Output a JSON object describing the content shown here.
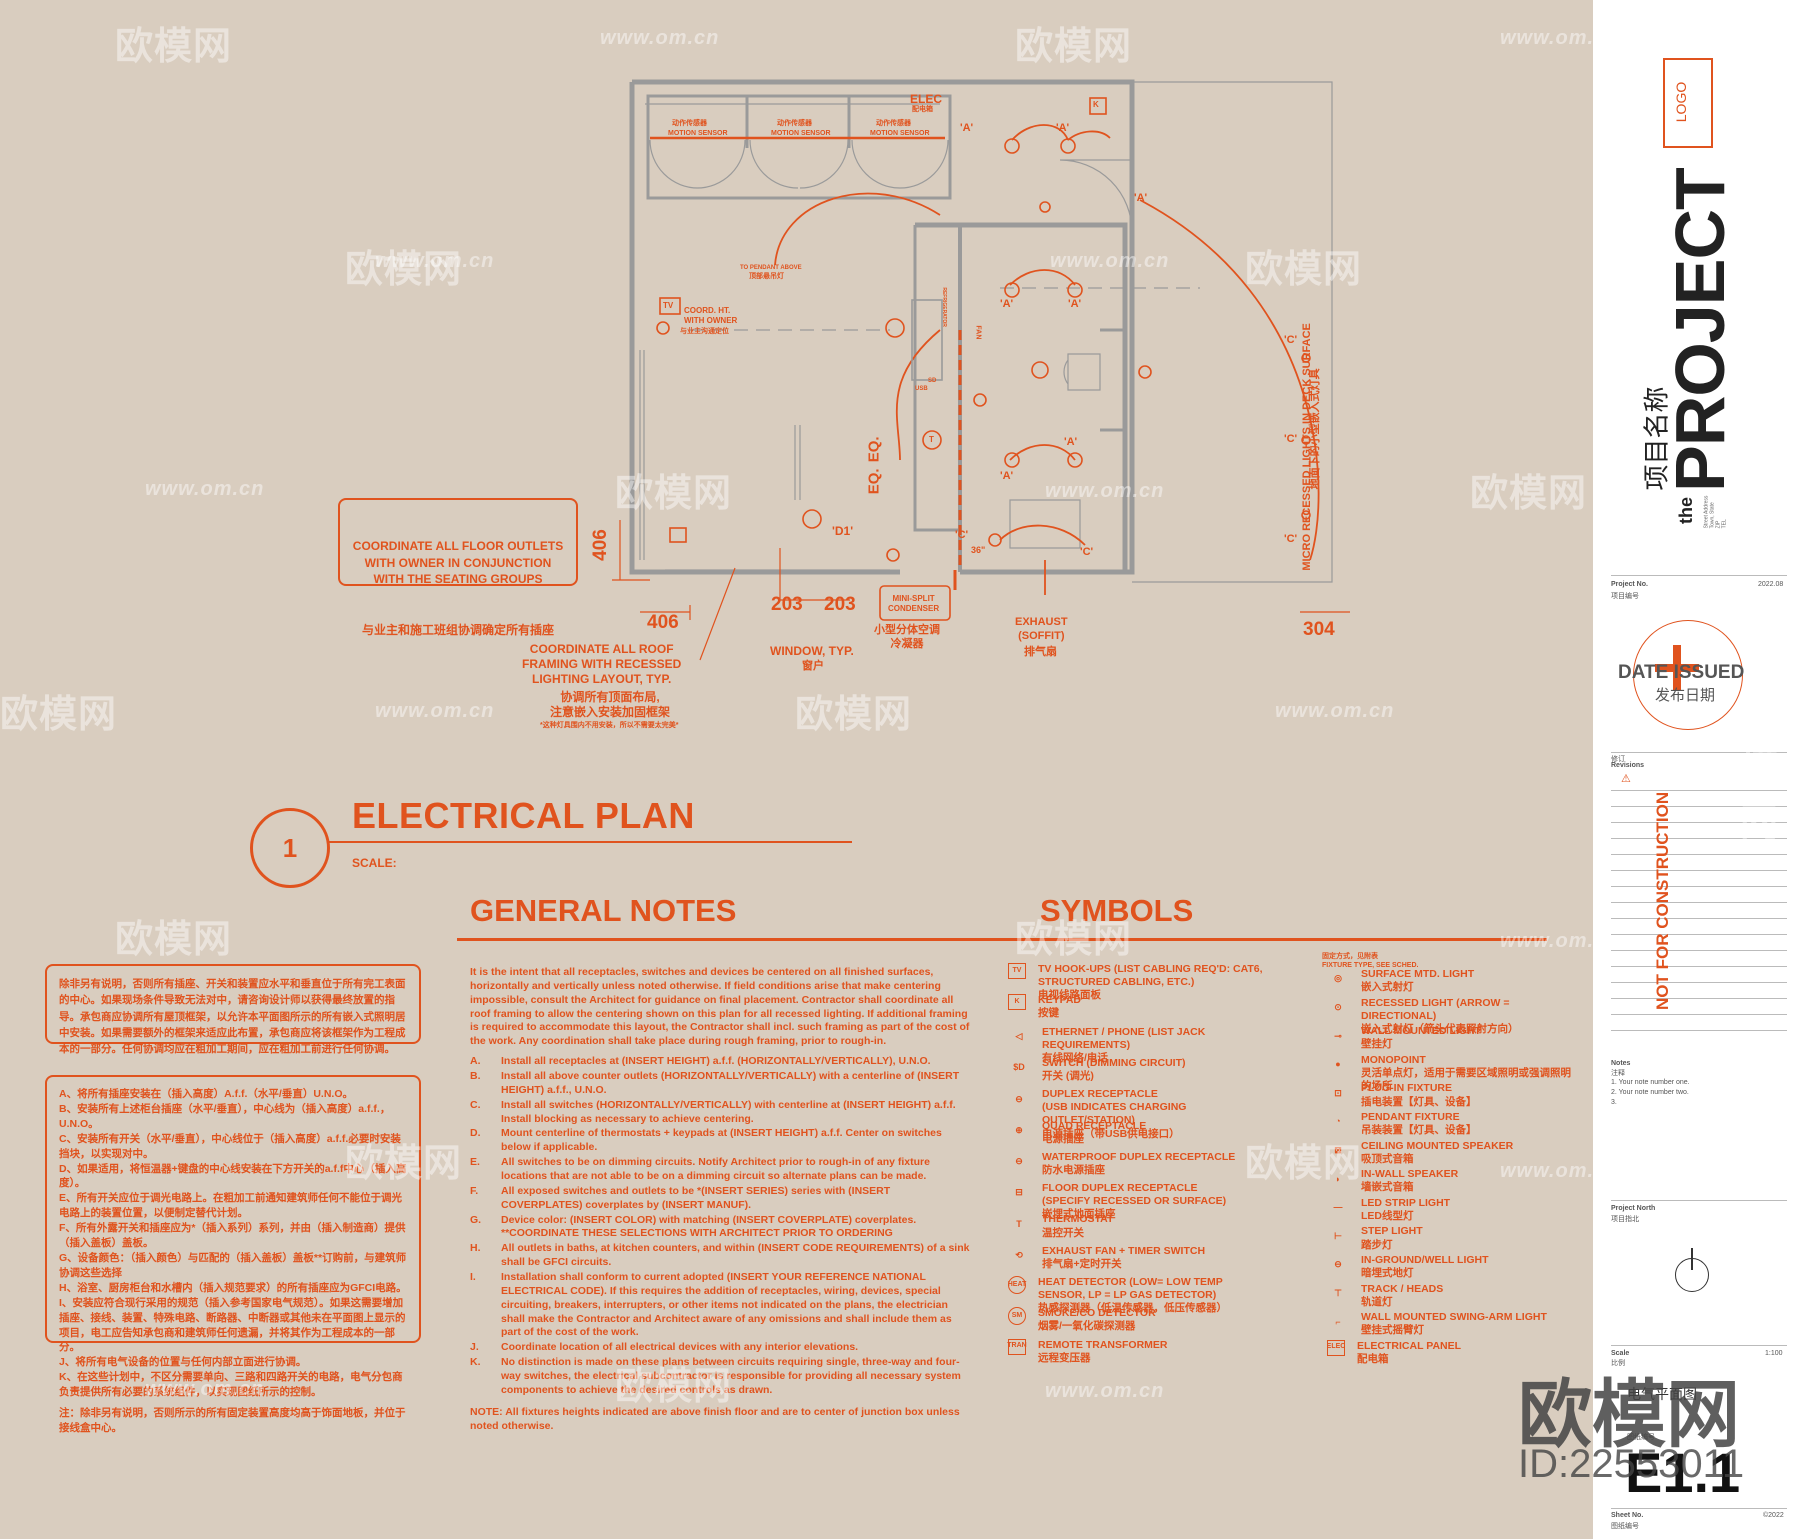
{
  "watermark": {
    "brand_cn": "欧模网",
    "url": "www.om.cn",
    "url_short": "om.cn",
    "id_text": "ID:22553011"
  },
  "plan": {
    "labels": {
      "elec": "ELEC",
      "elec_cn": "配电箱",
      "motion_cn": "动作传感器",
      "motion": "MOTION SENSOR",
      "tv": "TV",
      "k": "K",
      "coord_ht": "COORD. HT.\nWITH OWNER",
      "coord_ht_cn": "与业主沟通定位",
      "to_pendant": "TO PENDANT ABOVE",
      "to_pendant_cn": "顶部悬吊灯",
      "eq1": "EQ.",
      "eq2": "EQ.",
      "a": "'A'",
      "a_prime": "'A'",
      "c": "'C'",
      "d1": "'D1'",
      "dim_406_v": "406",
      "dim_406_h": "406",
      "dim_203a": "203",
      "dim_203b": "203",
      "dim_304": "304",
      "dim_36": "36\"",
      "window": "WINDOW, TYP.",
      "window_cn": "窗户",
      "minisplit": "MINI-SPLIT\nCONDENSER",
      "minisplit_cn": "小型分体空调\n冷凝器",
      "exhaust": "EXHAUST\n(SOFFIT)",
      "exhaust_cn": "排气扇",
      "micro": "MICRO RECESSED LIGHTS IN DECK SURFACE",
      "micro_cn": "地面下的小型嵌入式灯具",
      "roof": "COORDINATE ALL ROOF\nFRAMING WITH RECESSED\nLIGHTING LAYOUT, TYP.",
      "roof_cn": "协调所有顶面布局,\n注意嵌入安装加固框架",
      "roof_note_small": "*这种灯具围内不用安装，所以不需要太完美*",
      "outlets": "COORDINATE ALL FLOOR OUTLETS\nWITH OWNER IN CONJUNCTION\nWITH THE SEATING GROUPS",
      "outlets_cn": "与业主和施工班组协调确定所有插座",
      "refrig": "REFRIGERATOR",
      "sd": "SD",
      "t": "T",
      "usb": "USB",
      "fan": "FAN"
    }
  },
  "title": {
    "number": "1",
    "text": "ELECTRICAL PLAN",
    "scale_label": "SCALE:"
  },
  "general_notes": {
    "heading": "GENERAL NOTES",
    "intro": "It is the intent that all receptacles, switches and devices be centered on all finished surfaces, horizontally and vertically unless noted otherwise.  If field conditions arise that make centering impossible, consult the Architect for guidance on final placement.  Contractor shall coordinate all roof framing to allow the centering shown on this plan for all recessed lighting.  If additional framing is required to accommodate this layout, the Contractor shall incl. such framing as part of the cost of the work.  Any coordination shall take place during rough framing, prior to rough-in.",
    "items": [
      {
        "letter": "A.",
        "text": "Install all receptacles at (INSERT HEIGHT) a.f.f. (HORIZONTALLY/VERTICALLY), U.N.O."
      },
      {
        "letter": "B.",
        "text": "Install all above counter outlets (HORIZONTALLY/VERTICALLY) with a centerline of (INSERT HEIGHT) a.f.f., U.N.O."
      },
      {
        "letter": "C.",
        "text": "Install all switches (HORIZONTALLY/VERTICALLY) with centerline at  (INSERT HEIGHT) a.f.f. Install blocking as necessary to achieve centering."
      },
      {
        "letter": "D.",
        "text": "Mount centerline of thermostats + keypads at  (INSERT HEIGHT) a.f.f.  Center on switches below if applicable."
      },
      {
        "letter": "E.",
        "text": "All switches to be on dimming circuits.  Notify Architect prior to rough-in of any fixture locations that are not able to be on a dimming circuit so alternate plans can be made."
      },
      {
        "letter": "F.",
        "text": "All exposed switches and outlets to be *(INSERT SERIES) series with (INSERT COVERPLATES) coverplates by (INSERT MANUF)."
      },
      {
        "letter": "G.",
        "text": "Device color: (INSERT COLOR) with matching (INSERT COVERPLATE) coverplates. **COORDINATE THESE SELECTIONS WITH ARCHITECT PRIOR TO ORDERING"
      },
      {
        "letter": "H.",
        "text": "All outlets in baths, at kitchen counters, and within (INSERT CODE REQUIREMENTS) of a sink shall be GFCI circuits."
      },
      {
        "letter": "I.",
        "text": "Installation shall conform to current adopted (INSERT YOUR REFERENCE NATIONAL ELECTRICAL CODE).  If this requires the addition of receptacles, wiring, devices, special circuiting, breakers, interrupters, or other items not indicated on the plans, the electrician shall make the Contractor and Architect aware of any omissions and shall include them as part of the cost of the work."
      },
      {
        "letter": "J.",
        "text": "Coordinate location of all electrical devices with any interior elevations."
      },
      {
        "letter": "K.",
        "text": "No distinction is made on these plans between circuits requiring single, three-way and four-way switches, the electrical subcontractor is responsible for providing all necessary system components to achieve the desired controls as drawn."
      }
    ],
    "note": "NOTE: All fixtures heights indicated are above finish floor and are to center of junction box unless noted otherwise."
  },
  "cn_notes": {
    "box1": "除非另有说明，否则所有插座、开关和装置应水平和垂直位于所有完工表面的中心。如果现场条件导致无法对中，请咨询设计师以获得最终放置的指导。承包商应协调所有屋顶框架，以允许本平面图所示的所有嵌入式照明居中安装。如果需要额外的框架来适应此布置，承包商应将该框架作为工程成本的一部分。任何协调均应在粗加工期间，应在粗加工前进行任何协调。",
    "box2_items": [
      "A、将所有插座安装在（插入高度）A.f.f.（水平/垂直）U.N.O。",
      "B、安装所有上述柜台插座（水平/垂直），中心线为（插入高度）a.f.f.，U.N.O。",
      "C、安装所有开关（水平/垂直），中心线位于（插入高度）a.f.f.必要时安装挡块，以实现对中。",
      "D、如果适用，将恒温器+键盘的中心线安装在下方开关的a.f.f中心（插入高度）。",
      "E、所有开关应位于调光电路上。在粗加工前通知建筑师任何不能位于调光电路上的装置位置，以便制定替代计划。",
      "F、所有外露开关和插座应为*（插入系列）系列，并由（插入制造商）提供（插入盖板）盖板。",
      "G、设备颜色：（插入颜色）与匹配的（插入盖板）盖板**订购前，与建筑师协调这些选择",
      "H、浴室、厨房柜台和水槽内（插入规范要求）的所有插座应为GFCI电路。",
      "I、安装应符合现行采用的规范（插入参考国家电气规范）。如果这需要增加插座、接线、装置、特殊电路、断路器、中断器或其他未在平面图上显示的项目，电工应告知承包商和建筑师任何遗漏，并将其作为工程成本的一部分。",
      "J、将所有电气设备的位置与任何内部立面进行协调。",
      "K、在这些计划中，不区分需要单向、三路和四路开关的电路，电气分包商负责提供所有必要的系统组件，以实现图纸所示的控制。"
    ],
    "box2_note": "注：除非另有说明，否则所示的所有固定装置高度均高于饰面地板，并位于接线盒中心。"
  },
  "symbols": {
    "heading": "SYMBOLS",
    "fixture_note": "固定方式，见附表\nFIXTURE TYPE, SEE SCHED.",
    "left": [
      {
        "icon": "TV",
        "en": "TV HOOK-UPS (LIST CABLING REQ'D: CAT6, STRUCTURED CABLING, ETC.)",
        "cn": "电视线路面板"
      },
      {
        "icon": "K",
        "en": "KEYPAD",
        "cn": "按键"
      },
      {
        "icon": "◁",
        "en": "ETHERNET / PHONE (LIST JACK REQUIREMENTS)",
        "cn": "有线网络/电话"
      },
      {
        "icon": "$D",
        "en": "SWITCH (DIMMING CIRCUIT)",
        "cn": "开关 (调光)"
      },
      {
        "icon": "⊖",
        "en": "DUPLEX RECEPTACLE\n (USB INDICATES CHARGING OUTLET/STATION)",
        "cn": "电源插座（带USB供电接口）"
      },
      {
        "icon": "⊕",
        "en": "QUAD RECEPTACLE",
        "cn": "电源插座"
      },
      {
        "icon": "⊖",
        "en": "WATERPROOF DUPLEX RECEPTACLE",
        "cn": "防水电源插座"
      },
      {
        "icon": "⊟",
        "en": "FLOOR DUPLEX RECEPTACLE\n(SPECIFY RECESSED OR SURFACE)",
        "cn": "嵌埋式地面插座"
      },
      {
        "icon": "T",
        "en": "THERMOSTAT",
        "cn": "温控开关"
      },
      {
        "icon": "⟲",
        "en": "EXHAUST FAN + TIMER SWITCH",
        "cn": "排气扇+定时开关"
      },
      {
        "icon": "HEAT",
        "en": "HEAT DETECTOR (LOW= LOW TEMP\nSENSOR, LP = LP GAS DETECTOR)",
        "cn": "热感探测器（低温传感器，低压传感器）"
      },
      {
        "icon": "SM",
        "en": "SMOKE/CO DETECTOR",
        "cn": "烟雾/一氧化碳探测器"
      },
      {
        "icon": "TRAN",
        "en": "REMOTE TRANSFORMER",
        "cn": "远程变压器"
      }
    ],
    "right": [
      {
        "icon": "◎",
        "en": "SURFACE MTD. LIGHT",
        "cn": "嵌入式射灯"
      },
      {
        "icon": "⊙",
        "en": "RECESSED LIGHT (ARROW = DIRECTIONAL)",
        "cn": "嵌入式射灯（箭头代表照射方向）"
      },
      {
        "icon": "⊸",
        "en": "WALL MOUNTED LIGHT",
        "cn": "壁挂灯"
      },
      {
        "icon": "●",
        "en": "MONOPOINT",
        "cn": "灵活单点灯，适用于需要区域照明或强调照明的场所"
      },
      {
        "icon": "⊡",
        "en": "PLUG-IN FIXTURE",
        "cn": "插电装置【灯具、设备】"
      },
      {
        "icon": "◔",
        "en": "PENDANT FIXTURE",
        "cn": "吊装装置【灯具、设备】"
      },
      {
        "icon": "⊠",
        "en": "CEILING MOUNTED SPEAKER",
        "cn": "吸顶式音箱"
      },
      {
        "icon": "◗",
        "en": "IN-WALL SPEAKER",
        "cn": "墙嵌式音箱"
      },
      {
        "icon": "—",
        "en": "LED STRIP LIGHT",
        "cn": "LED线型灯"
      },
      {
        "icon": "⊢",
        "en": "STEP LIGHT",
        "cn": "踏步灯"
      },
      {
        "icon": "⊖",
        "en": "IN-GROUND/WELL LIGHT",
        "cn": "暗埋式地灯"
      },
      {
        "icon": "⊤",
        "en": "TRACK / HEADS",
        "cn": "轨道灯"
      },
      {
        "icon": "⌐",
        "en": "WALL MOUNTED SWING-ARM LIGHT",
        "cn": "壁挂式摇臂灯"
      },
      {
        "icon": "ELEC",
        "en": "ELECTRICAL PANEL",
        "cn": "配电箱"
      }
    ]
  },
  "titleblock": {
    "logo": "LOGO",
    "project": "PROJECT",
    "the": "the",
    "project_cn": "项目名称",
    "address": "Street Address\nTown, State\nZIP\nTEL",
    "project_no_label": "Project No.",
    "project_no_cn": "项目编号",
    "date": "2022.08",
    "date_issued": "DATE ISSUED",
    "date_issued_cn": "发布日期",
    "revisions_cn": "修订",
    "revisions": "Revisions",
    "nfc": "NOT FOR CONSTRUCTION",
    "notes_label": "Notes",
    "notes_cn": "注释",
    "notes": [
      "1.  Your note number one.",
      "2.  Your note number two.",
      "3."
    ],
    "north_label": "Project North",
    "north_cn": "项目指北",
    "scale_label": "Scale",
    "scale_cn": "比例",
    "scale_value": "1:100",
    "sheet_title_cn": "电气平面图",
    "sheet_title_label": "图纸编号",
    "sheet_no": "E1.1",
    "sheet_no_label": "Sheet No.",
    "sheet_no_cn": "图纸编号",
    "copyright": "©2022"
  },
  "colors": {
    "accent": "#e0531e",
    "bg": "#d9cdbf",
    "wall": "#9a9a9a"
  }
}
